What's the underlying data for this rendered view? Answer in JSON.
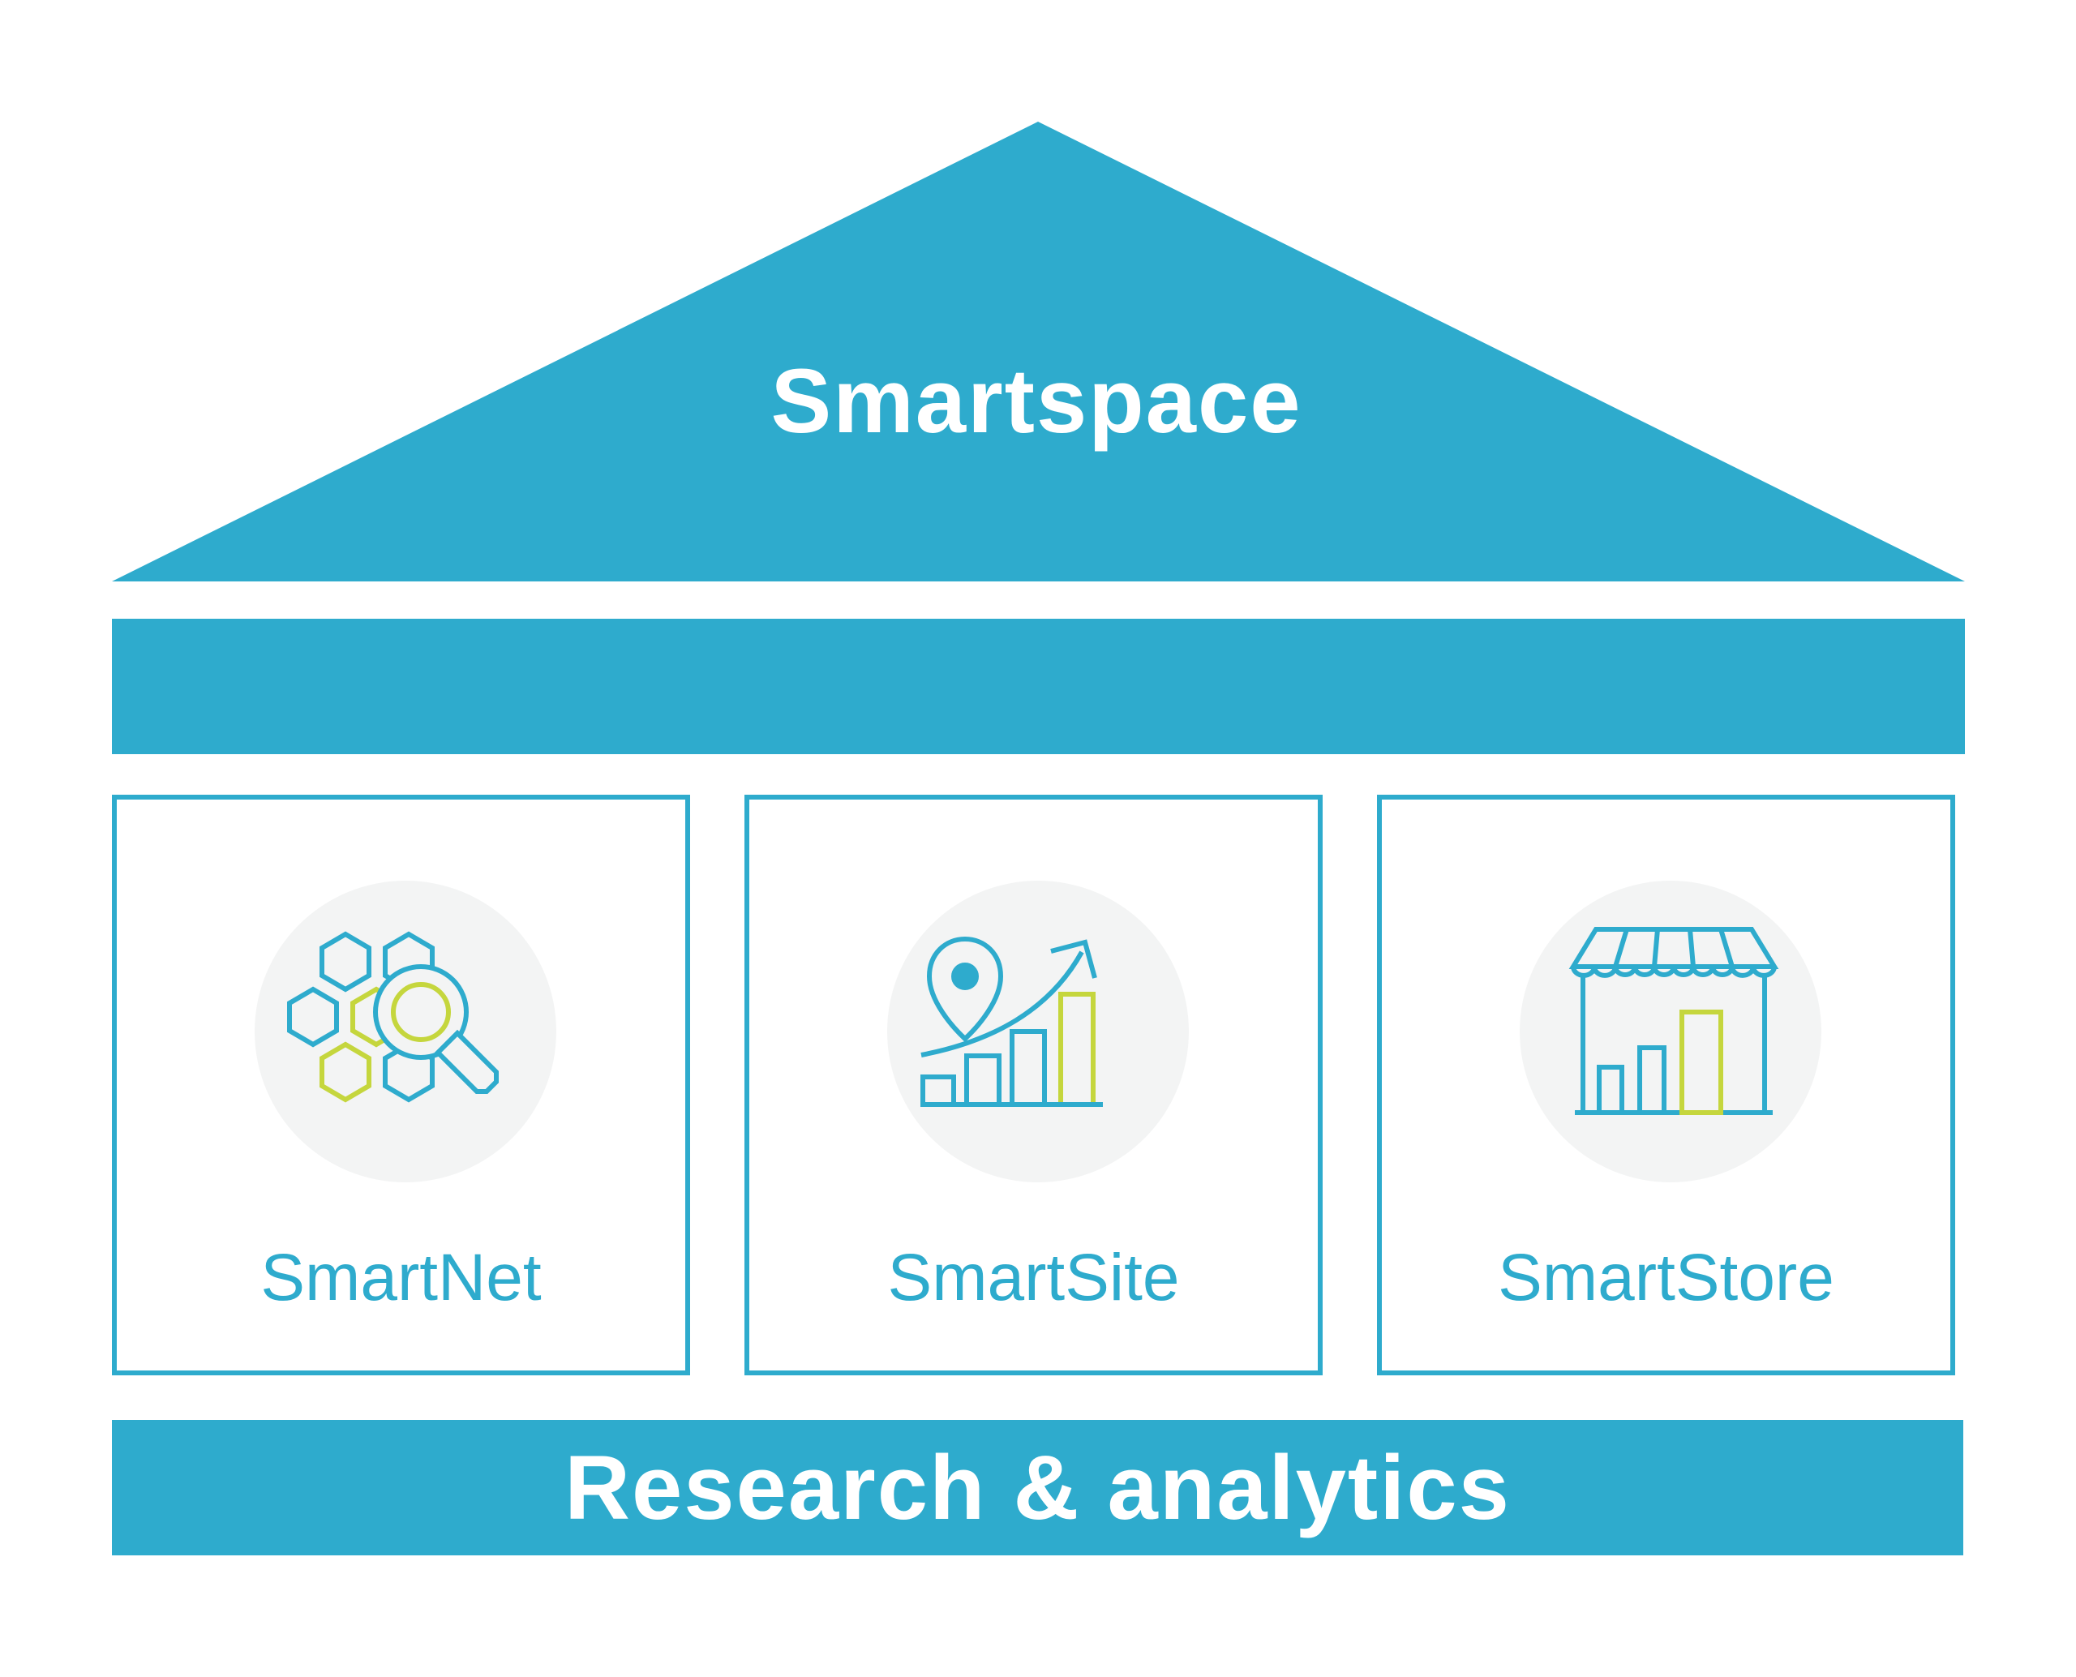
{
  "diagram": {
    "roof_title": "Smartspace",
    "pillars": [
      {
        "label": "SmartNet",
        "icon": "hexagon-network-magnifier-icon"
      },
      {
        "label": "SmartSite",
        "icon": "location-pin-growth-chart-icon"
      },
      {
        "label": "SmartStore",
        "icon": "storefront-bar-chart-icon"
      }
    ],
    "foundation": "Research & analytics",
    "colors": {
      "primary": "#2eabcd",
      "accent": "#c5d63d",
      "icon_background": "#f3f4f4",
      "text_on_primary": "#ffffff"
    }
  }
}
